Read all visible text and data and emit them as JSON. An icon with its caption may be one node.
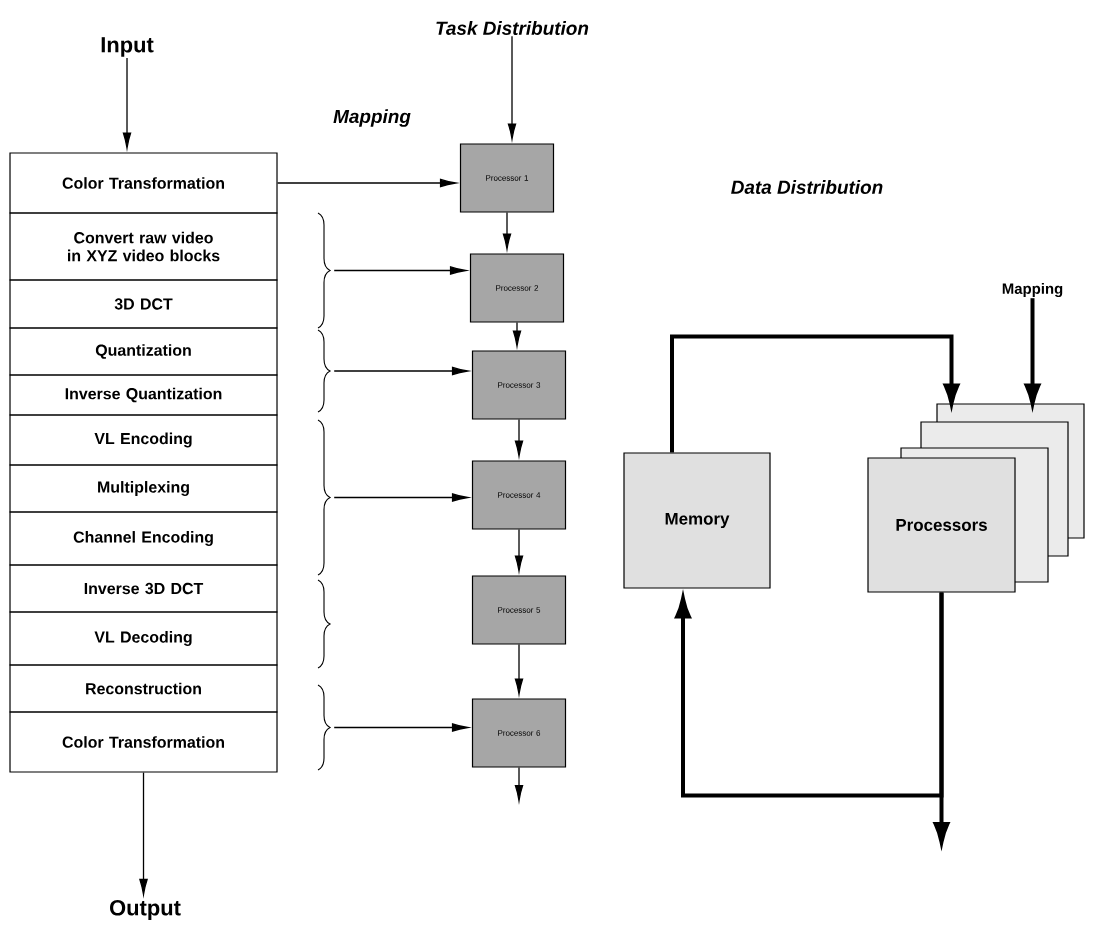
{
  "diagram": {
    "nodes": [
      {
        "text": [
          "Input"
        ]
      },
      {
        "text": [
          "Color Transformation"
        ]
      },
      {
        "text": [
          "Convert raw video in XYZ video blocks"
        ]
      },
      {
        "text": [
          "3D DCT"
        ]
      },
      {
        "text": [
          "Quantization"
        ]
      },
      {
        "text": [
          "Inverse Quantization"
        ]
      },
      {
        "text": [
          "VL Encoding"
        ]
      },
      {
        "text": [
          "Multiplexing"
        ]
      },
      {
        "text": [
          "Channel Encoding"
        ]
      },
      {
        "text": [
          "Inverse 3D DCT"
        ]
      },
      {
        "text": [
          "VL Decoding"
        ]
      },
      {
        "text": [
          "Reconstruction"
        ]
      },
      {
        "text": [
          "Color Transformation"
        ]
      },
      {
        "text": [
          "Output"
        ]
      },
      {
        "text": [
          "Task Distribution"
        ]
      },
      {
        "text": [
          "Processor 1"
        ]
      },
      {
        "text": [
          "Processor 2"
        ]
      },
      {
        "text": [
          "Processor 3"
        ]
      },
      {
        "text": [
          "Processor 4"
        ]
      },
      {
        "text": [
          "Processor 5"
        ]
      },
      {
        "text": [
          "Processor 6"
        ]
      },
      {
        "text": [
          "Memory"
        ]
      },
      {
        "text": [
          "Processors"
        ]
      },
      {
        "text": [
          "Mapping"
        ]
      },
      {
        "text": [],
        "shape": "brace"
      },
      {
        "text": [],
        "shape": "brace"
      },
      {
        "text": [],
        "shape": "brace"
      },
      {
        "text": [],
        "shape": "brace"
      },
      {
        "text": [],
        "shape": "brace"
      }
    ],
    "edges": [
      {
        "from": 0,
        "to": 1,
        "arrow": "to"
      },
      {
        "from": 12,
        "to": 13,
        "arrow": "to"
      },
      {
        "from": 14,
        "to": 15,
        "arrow": "to"
      },
      {
        "from": 1,
        "to": 15,
        "arrow": "to"
      },
      {
        "from": 24,
        "to": 16,
        "arrow": "to"
      },
      {
        "from": 25,
        "to": 17,
        "arrow": "to"
      },
      {
        "from": 26,
        "to": 18,
        "arrow": "to"
      },
      {
        "from": 28,
        "to": 20,
        "arrow": "to"
      },
      {
        "from": 15,
        "to": 16,
        "arrow": "to"
      },
      {
        "from": 16,
        "to": 17,
        "arrow": "to"
      },
      {
        "from": 17,
        "to": 18,
        "arrow": "to"
      },
      {
        "from": 18,
        "to": 19,
        "arrow": "to"
      },
      {
        "from": 19,
        "to": 20,
        "arrow": "to"
      },
      {
        "from": 20,
        "to": null,
        "arrow": "to"
      },
      {
        "from": 21,
        "to": 22,
        "arrow": "to",
        "style": "thick"
      },
      {
        "from": 23,
        "to": 22,
        "arrow": "to",
        "style": "thick"
      },
      {
        "from": 22,
        "to": 21,
        "arrow": "to",
        "style": "thick"
      },
      {
        "from": 22,
        "to": null,
        "arrow": "to",
        "style": "thick"
      }
    ],
    "labels": [
      "Mapping",
      "Data Distribution"
    ]
  }
}
